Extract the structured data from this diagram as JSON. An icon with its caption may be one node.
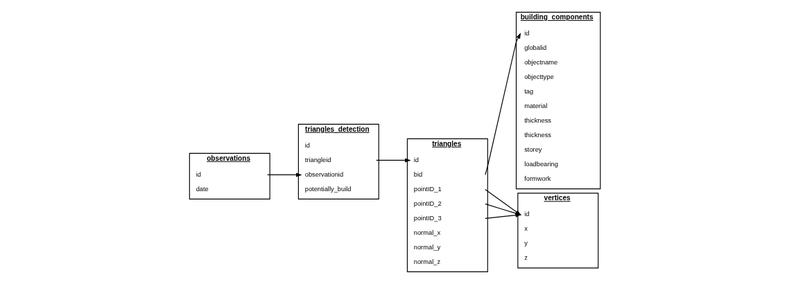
{
  "diagram": {
    "nodes": [
      {
        "text": [
          "observations"
        ]
      },
      {
        "text": [
          "id"
        ],
        "in": 0
      },
      {
        "text": [
          "date"
        ],
        "in": 0
      },
      {
        "text": [
          "triangles_detection"
        ]
      },
      {
        "text": [
          "id"
        ],
        "in": 3
      },
      {
        "text": [
          "triangleid"
        ],
        "in": 3
      },
      {
        "text": [
          "observationid"
        ],
        "in": 3
      },
      {
        "text": [
          "potentially_build"
        ],
        "in": 3
      },
      {
        "text": [
          "triangles"
        ]
      },
      {
        "text": [
          "id"
        ],
        "in": 8
      },
      {
        "text": [
          "bid"
        ],
        "in": 8
      },
      {
        "text": [
          "pointID_1"
        ],
        "in": 8
      },
      {
        "text": [
          "pointID_2"
        ],
        "in": 8
      },
      {
        "text": [
          "pointID_3"
        ],
        "in": 8
      },
      {
        "text": [
          "normal_x"
        ],
        "in": 8
      },
      {
        "text": [
          "normal_y"
        ],
        "in": 8
      },
      {
        "text": [
          "normal_z"
        ],
        "in": 8
      },
      {
        "text": [
          "building_components"
        ]
      },
      {
        "text": [
          "id"
        ],
        "in": 17
      },
      {
        "text": [
          "globalid"
        ],
        "in": 17
      },
      {
        "text": [
          "objectname"
        ],
        "in": 17
      },
      {
        "text": [
          "objecttype"
        ],
        "in": 17
      },
      {
        "text": [
          "tag"
        ],
        "in": 17
      },
      {
        "text": [
          "material"
        ],
        "in": 17
      },
      {
        "text": [
          "thickness"
        ],
        "in": 17
      },
      {
        "text": [
          "thickness"
        ],
        "in": 17
      },
      {
        "text": [
          "storey"
        ],
        "in": 17
      },
      {
        "text": [
          "loadbearing"
        ],
        "in": 17
      },
      {
        "text": [
          "formwork"
        ],
        "in": 17
      },
      {
        "text": [
          "vertices"
        ]
      },
      {
        "text": [
          "id"
        ],
        "in": 29
      },
      {
        "text": [
          "x"
        ],
        "in": 29
      },
      {
        "text": [
          "y"
        ],
        "in": 29
      },
      {
        "text": [
          "z"
        ],
        "in": 29
      }
    ],
    "edges": [
      {
        "from": 1,
        "to": 6,
        "arrow": "to"
      },
      {
        "from": 5,
        "to": 9,
        "arrow": "to"
      },
      {
        "from": 10,
        "to": 18,
        "arrow": "to"
      },
      {
        "from": 11,
        "to": 30,
        "arrow": "to"
      },
      {
        "from": 12,
        "to": 30,
        "arrow": "to"
      },
      {
        "from": 13,
        "to": 30,
        "arrow": "to"
      }
    ]
  }
}
